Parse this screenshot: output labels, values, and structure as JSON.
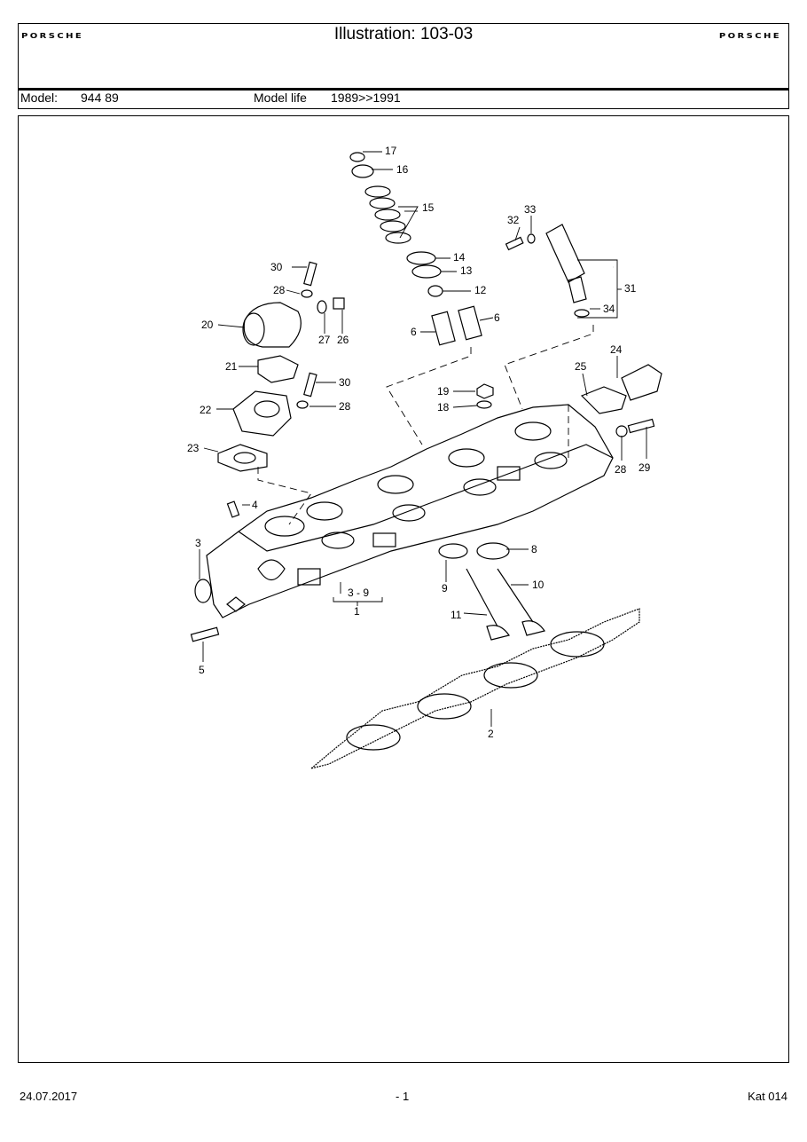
{
  "header": {
    "logo_left": "PORSCHE",
    "title": "Illustration: 103-03",
    "logo_right": "PORSCHE"
  },
  "model_row": {
    "model_label": "Model:",
    "model_value": "944 89",
    "life_label": "Model life",
    "life_value": "1989>>1991"
  },
  "callouts": {
    "c1": "1",
    "c2": "2",
    "c3": "3",
    "c3_9": "3 - 9",
    "c4": "4",
    "c5": "5",
    "c6a": "6",
    "c6b": "6",
    "c8": "8",
    "c9": "9",
    "c10": "10",
    "c11": "11",
    "c12": "12",
    "c13": "13",
    "c14": "14",
    "c15": "15",
    "c16": "16",
    "c17": "17",
    "c18": "18",
    "c19": "19",
    "c20": "20",
    "c21": "21",
    "c22": "22",
    "c23": "23",
    "c24": "24",
    "c25": "25",
    "c26": "26",
    "c27": "27",
    "c28a": "28",
    "c28b": "28",
    "c28c": "28",
    "c29": "29",
    "c30a": "30",
    "c30b": "30",
    "c31": "31",
    "c32": "32",
    "c33": "33",
    "c34": "34"
  },
  "footer": {
    "date": "24.07.2017",
    "page": "- 1",
    "catalog": "Kat 014"
  }
}
